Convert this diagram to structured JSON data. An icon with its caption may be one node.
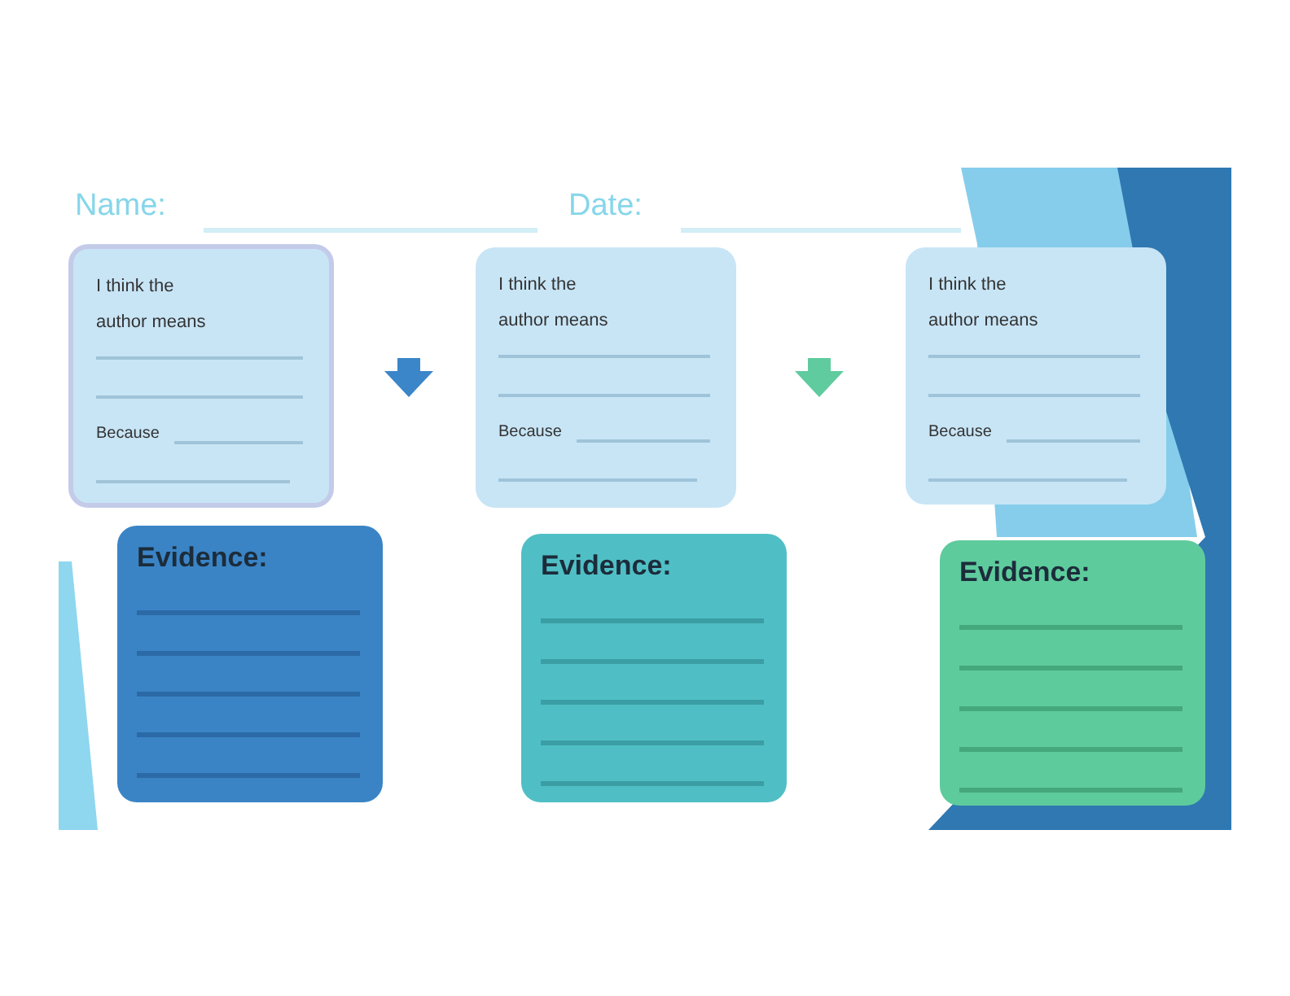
{
  "diagram": {
    "nodes": [
      {
        "text": [
          "I think the author means",
          "Because"
        ]
      },
      {
        "text": [
          "I think the author means",
          "Because"
        ]
      },
      {
        "text": [
          "I think the author means",
          "Because"
        ]
      },
      {
        "text": [
          "Evidence:"
        ]
      },
      {
        "text": [
          "Evidence:"
        ]
      },
      {
        "text": [
          "Evidence:"
        ]
      }
    ],
    "labels": [
      "Name:",
      "Date:"
    ]
  }
}
